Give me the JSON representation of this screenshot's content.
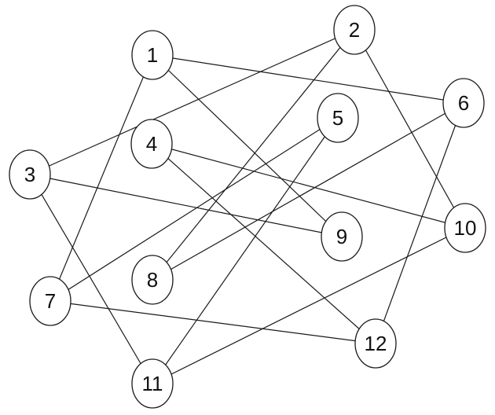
{
  "graph": {
    "nodes": [
      {
        "id": "1",
        "label": "1"
      },
      {
        "id": "2",
        "label": "2"
      },
      {
        "id": "3",
        "label": "3"
      },
      {
        "id": "4",
        "label": "4"
      },
      {
        "id": "5",
        "label": "5"
      },
      {
        "id": "6",
        "label": "6"
      },
      {
        "id": "7",
        "label": "7"
      },
      {
        "id": "8",
        "label": "8"
      },
      {
        "id": "9",
        "label": "9"
      },
      {
        "id": "10",
        "label": "10"
      },
      {
        "id": "11",
        "label": "11"
      },
      {
        "id": "12",
        "label": "12"
      }
    ],
    "edges": [
      [
        "1",
        "6"
      ],
      [
        "1",
        "7"
      ],
      [
        "1",
        "9"
      ],
      [
        "2",
        "3"
      ],
      [
        "2",
        "8"
      ],
      [
        "2",
        "10"
      ],
      [
        "3",
        "9"
      ],
      [
        "3",
        "11"
      ],
      [
        "4",
        "10"
      ],
      [
        "4",
        "12"
      ],
      [
        "5",
        "7"
      ],
      [
        "5",
        "11"
      ],
      [
        "6",
        "8"
      ],
      [
        "6",
        "12"
      ],
      [
        "7",
        "12"
      ],
      [
        "10",
        "11"
      ]
    ]
  }
}
